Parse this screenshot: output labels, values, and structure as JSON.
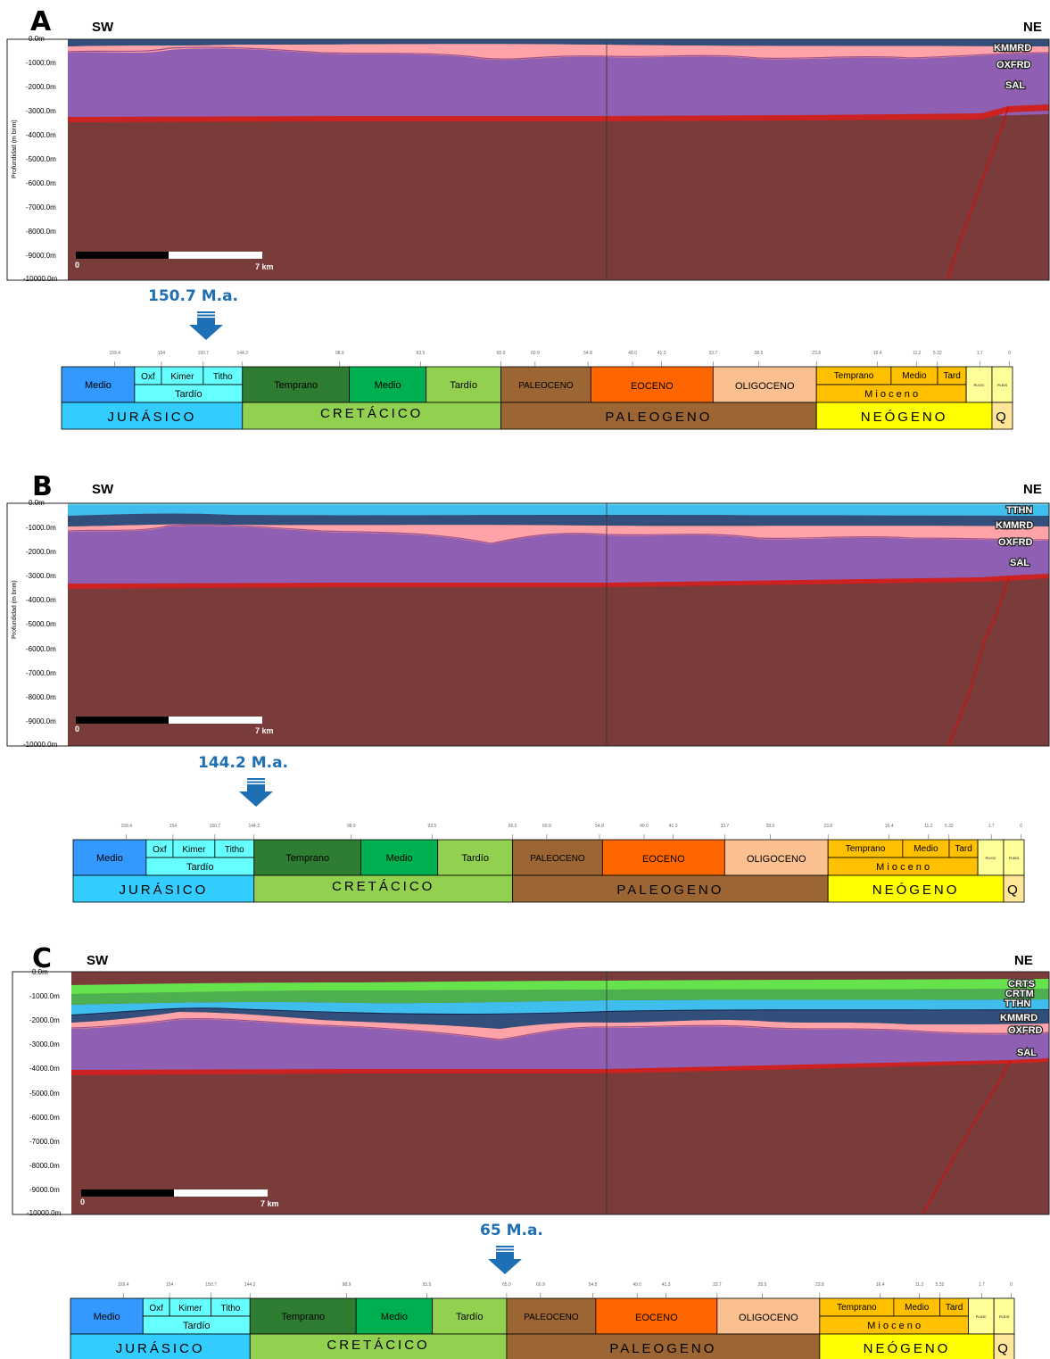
{
  "panels": [
    {
      "letter": "A",
      "sw": "SW",
      "ne": "NE",
      "age": "150.7 M.a.",
      "depth_ticks": [
        "0.0m",
        "-1000.0m",
        "-2000.0m",
        "-3000.0m",
        "-4000.0m",
        "-5000.0m",
        "-6000.0m",
        "-7000.0m",
        "-8000.0m",
        "-9000.0m",
        "-10000.0m"
      ],
      "layers": [
        "KMMRD",
        "OXFRD",
        "SAL"
      ],
      "scale": {
        "start": "0",
        "end": "7 km"
      },
      "axis_title": "Profundidad (m bnm)"
    },
    {
      "letter": "B",
      "sw": "SW",
      "ne": "NE",
      "age": "144.2 M.a.",
      "depth_ticks": [
        "0.0m",
        "-1000.0m",
        "-2000.0m",
        "-3000.0m",
        "-4000.0m",
        "-5000.0m",
        "-6000.0m",
        "-7000.0m",
        "-8000.0m",
        "-9000.0m",
        "-10000.0m"
      ],
      "layers": [
        "TTHN",
        "KMMRD",
        "OXFRD",
        "SAL"
      ],
      "scale": {
        "start": "0",
        "end": "7 km"
      },
      "axis_title": "Profundidad (m bnm)"
    },
    {
      "letter": "C",
      "sw": "SW",
      "ne": "NE",
      "age": "65 M.a.",
      "depth_ticks": [
        "0.0m",
        "-1000.0m",
        "-2000.0m",
        "-3000.0m",
        "-4000.0m",
        "-5000.0m",
        "-6000.0m",
        "-7000.0m",
        "-8000.0m",
        "-9000.0m",
        "-10000.0m"
      ],
      "layers": [
        "CRTS",
        "CRTM",
        "TTHN",
        "KMMRD",
        "OXFRD",
        "SAL"
      ],
      "scale": {
        "start": "0",
        "end": "7 km"
      },
      "axis_title": ""
    }
  ],
  "timescale": {
    "ticks": [
      "159.4",
      "154",
      "150.7",
      "144.2",
      "98.9",
      "93.5",
      "65.0",
      "60.9",
      "54.8",
      "49.0",
      "41.3",
      "33.7",
      "28.5",
      "23.8",
      "16.4",
      "11.2",
      "5.32",
      "1.7",
      "0"
    ],
    "periods": [
      "JURÁSICO",
      "CRETÁCICO",
      "PALEOGENO",
      "NEÓGENO",
      "Q"
    ],
    "epochs": {
      "jur_medio": "Medio",
      "oxf": "Oxf",
      "kimer": "Kimer",
      "titho": "Titho",
      "jur_tardio": "Tardío",
      "temprano": "Temprano",
      "cre_medio": "Medio",
      "cre_tardio": "Tardío",
      "paleoceno": "PALEOCENO",
      "eoceno": "EOCENO",
      "oligoceno": "OLIGOCENO",
      "mio_temprano": "Temprano",
      "mio_medio": "Medio",
      "mio_tard": "Tard",
      "mioceno": "M i o c e n o",
      "plioc": "PLIOC",
      "pleis": "PLEIS"
    },
    "colors": {
      "jurasico": "#33ccff",
      "jur_medio": "#3399ff",
      "jur_tardio": "#66ffff",
      "cretacico": "#92d050",
      "temprano": "#2e7d32",
      "cre_medio": "#00b050",
      "cre_tardio": "#92d050",
      "paleogeno": "#9c6634",
      "paleoceno": "#9c6634",
      "eoceno": "#ff6600",
      "oligoceno": "#fac090",
      "neogeno": "#ffff00",
      "mioceno": "#ffc000",
      "plioc": "#ffff99",
      "quaternary": "#ffe699"
    }
  },
  "section_colors": {
    "basement": "#7a3b3b",
    "sal": "#8f5fb3",
    "oxfrd": "#ffa3a8",
    "kmmrd": "#324f7c",
    "tthn": "#3fbdec",
    "crtm": "#4caf50",
    "crts": "#66e34c",
    "red_line": "#cc1111",
    "arrow": "#1f6fb5"
  }
}
